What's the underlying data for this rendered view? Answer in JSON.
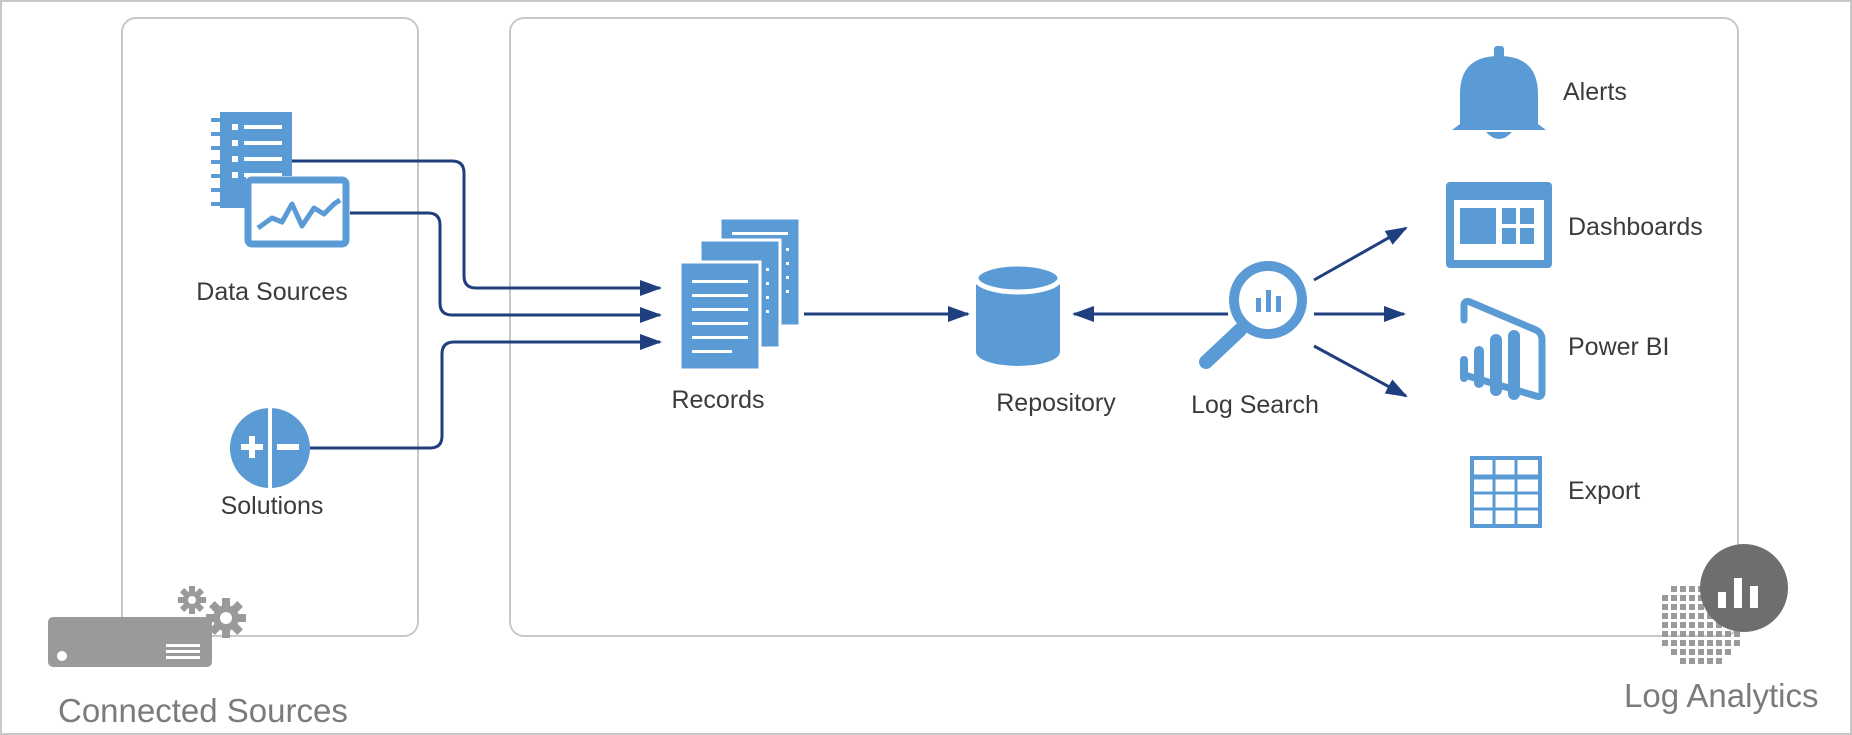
{
  "groups": {
    "connected_sources": {
      "title": "Connected Sources"
    },
    "log_analytics": {
      "title": "Log Analytics"
    }
  },
  "nodes": {
    "data_sources": {
      "label": "Data Sources",
      "icon": "data-sources-icon"
    },
    "solutions": {
      "label": "Solutions",
      "icon": "solutions-icon"
    },
    "records": {
      "label": "Records",
      "icon": "records-icon"
    },
    "repository": {
      "label": "Repository",
      "icon": "database-icon"
    },
    "log_search": {
      "label": "Log Search",
      "icon": "magnifier-chart-icon"
    }
  },
  "outputs": {
    "alerts": {
      "label": "Alerts",
      "icon": "bell-icon"
    },
    "dashboards": {
      "label": "Dashboards",
      "icon": "dashboard-icon"
    },
    "power_bi": {
      "label": "Power BI",
      "icon": "power-bi-icon"
    },
    "export": {
      "label": "Export",
      "icon": "grid-table-icon"
    }
  },
  "edges": [
    {
      "from": "data_sources",
      "to": "records"
    },
    {
      "from": "data_sources",
      "to": "records"
    },
    {
      "from": "solutions",
      "to": "records"
    },
    {
      "from": "records",
      "to": "repository"
    },
    {
      "from": "log_search",
      "to": "repository"
    },
    {
      "from": "log_search",
      "to": "dashboards"
    },
    {
      "from": "log_search",
      "to": "power_bi"
    },
    {
      "from": "log_search",
      "to": "power_bi"
    }
  ],
  "colors": {
    "icon_blue": "#5b9bd5",
    "arrow_navy": "#1f3f7e",
    "box_border": "#c8c8c8",
    "gray_icon": "#9a9a9a",
    "dark_gray": "#6e6e6e",
    "label_text": "#3b3b3b",
    "group_text": "#7b7b7b"
  }
}
